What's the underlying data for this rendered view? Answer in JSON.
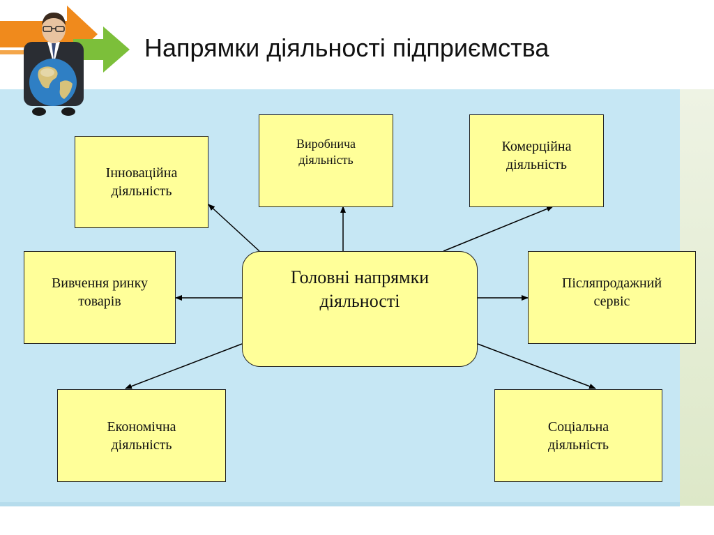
{
  "title": "Напрямки діяльності підприємства",
  "center": {
    "line1": "Головні напрямки",
    "line2": "діяльності"
  },
  "nodes": {
    "innovation": {
      "line1": "Інноваційна",
      "line2": "діяльність"
    },
    "production": {
      "line1": "Виробнича",
      "line2": "діяльність"
    },
    "commercial": {
      "line1": "Комерційна",
      "line2": "діяльність"
    },
    "market": {
      "line1": "Вивчення ринку",
      "line2": "товарів"
    },
    "after_sales": {
      "line1": "Післяпродажний",
      "line2": "сервіс"
    },
    "economic": {
      "line1": "Економічна",
      "line2": "діяльність"
    },
    "social": {
      "line1": "Соціальна",
      "line2": "діяльність"
    }
  },
  "colors": {
    "box_fill": "#ffff99",
    "panel": "#c6e7f4",
    "arrow_orange": "#f08a1c",
    "arrow_green": "#7cbf3a"
  },
  "icons": [
    "businessman-globe-illustration",
    "orange-arrow-icon",
    "green-arrow-icon"
  ]
}
